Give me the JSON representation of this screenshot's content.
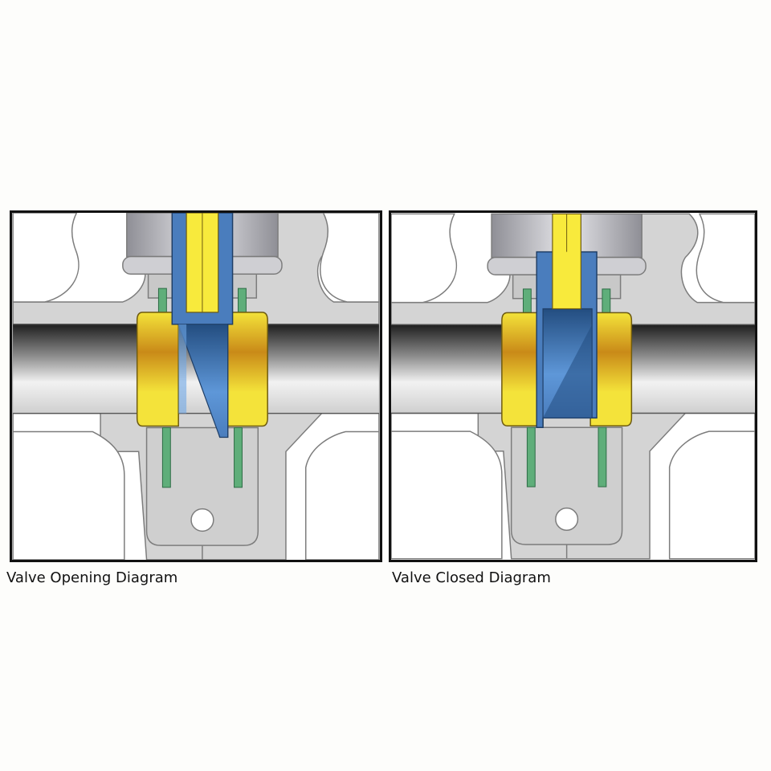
{
  "diagrams": [
    {
      "id": "open",
      "state": "open",
      "caption": "Valve Opening Diagram"
    },
    {
      "id": "closed",
      "state": "closed",
      "caption": "Valve Closed Diagram"
    }
  ],
  "colors": {
    "body": "#d4d4d4",
    "outline": "#7c7c7c",
    "pipe_dark": "#2a2a2a",
    "pipe_light": "#f2f2f2",
    "gate_blue": "#4a7dbd",
    "gate_blue_dark": "#234d80",
    "seat_yellow": "#f4e33a",
    "seat_orange": "#c98a18",
    "stem_yellow": "#f8ea3c",
    "seal_green": "#5fae7a",
    "bonnet": "#b9b9bf"
  }
}
